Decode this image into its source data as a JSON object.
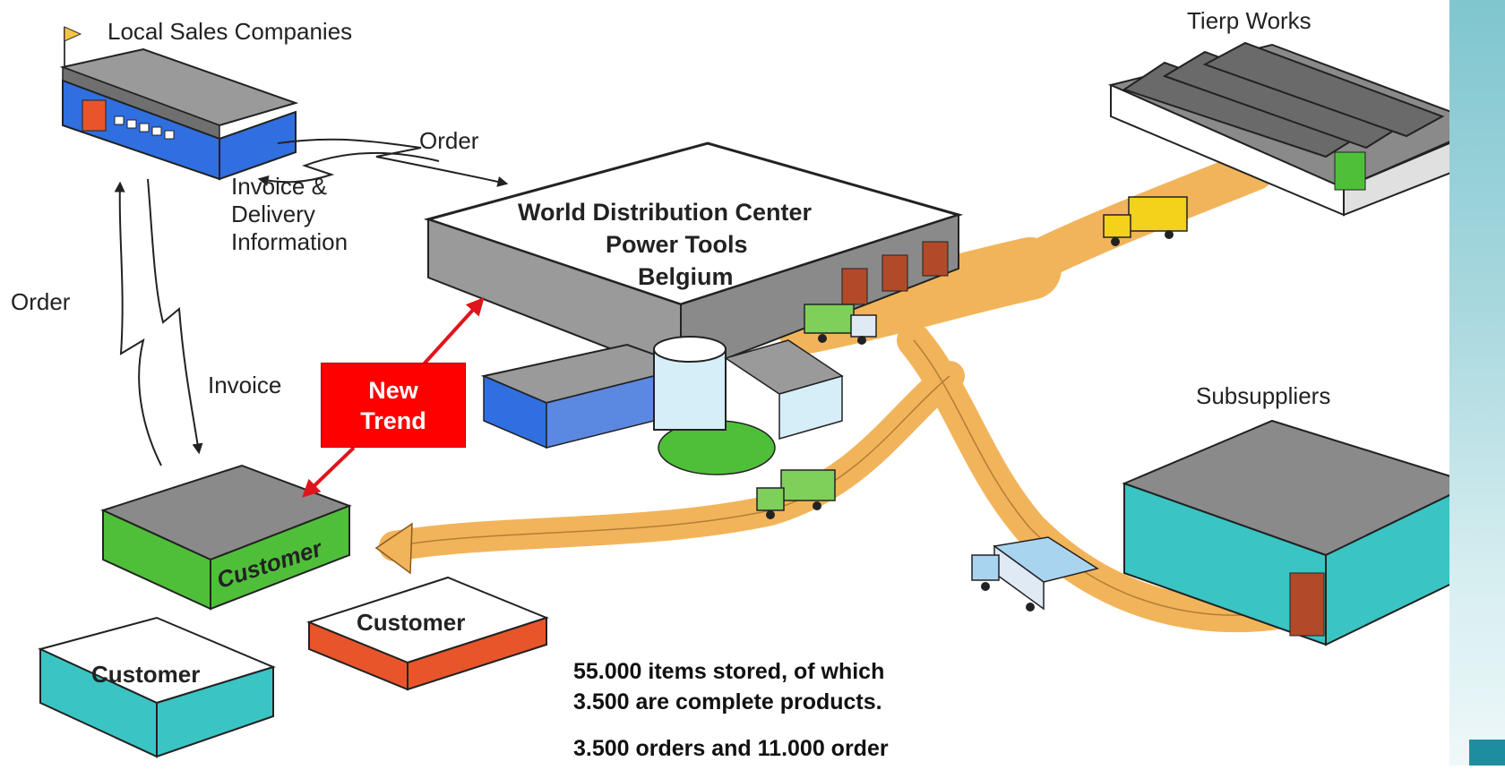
{
  "labels": {
    "local_sales": "Local Sales Companies",
    "tierp": "Tierp Works",
    "subsuppliers": "Subsuppliers",
    "order_top": "Order",
    "invoice_delivery_1": "Invoice &",
    "invoice_delivery_2": "Delivery",
    "invoice_delivery_3": "Information",
    "order_left": "Order",
    "invoice_left": "Invoice",
    "wdc_1": "World Distribution Center",
    "wdc_2": "Power Tools",
    "wdc_3": "Belgium",
    "customer_green": "Customer",
    "customer_orange": "Customer",
    "customer_teal": "Customer"
  },
  "trend": {
    "line1": "New",
    "line2": "Trend"
  },
  "stats": {
    "line1": "55.000 items stored, of which",
    "line2": "3.500 are complete products.",
    "line3": "3.500 orders and 11.000 order"
  },
  "colors": {
    "road": "#f2b45a",
    "trend_red": "#ff0000",
    "arrow_red": "#e0141c",
    "warehouse_roof": "#8a8a8a",
    "sales_blue": "#2f6fe0",
    "customer_green": "#4fbf3a",
    "customer_orange": "#e8552a",
    "teal": "#3bc4c4",
    "truck_yellow": "#f2d21a",
    "truck_green": "#7ed05a",
    "truck_blue": "#a8d4f0",
    "side_band": "#8fcdd4"
  }
}
